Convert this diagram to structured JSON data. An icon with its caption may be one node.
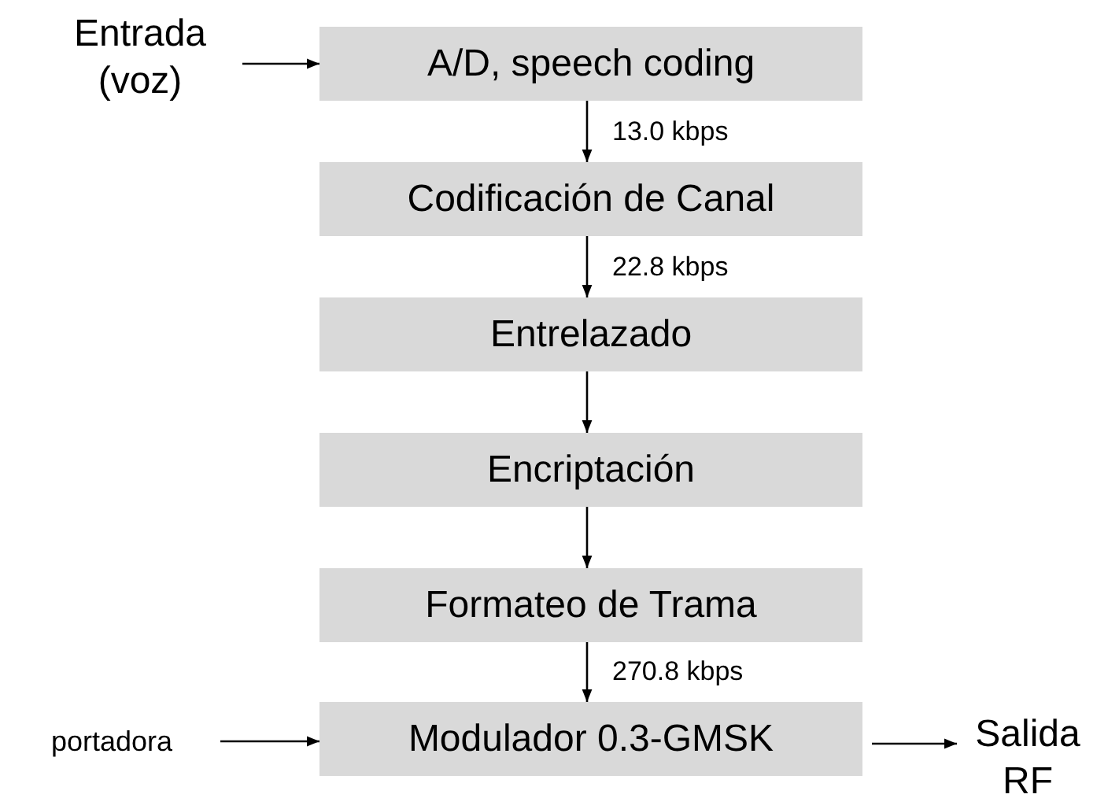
{
  "diagram": {
    "nodes": [
      {
        "text": [
          "Entrada (voz)"
        ]
      },
      {
        "text": [
          "A/D, speech coding"
        ]
      },
      {
        "text": [
          "Codificación de Canal"
        ]
      },
      {
        "text": [
          "Entrelazado"
        ]
      },
      {
        "text": [
          "Encriptación"
        ]
      },
      {
        "text": [
          "Formateo de Trama"
        ]
      },
      {
        "text": [
          "Modulador 0.3-GMSK"
        ]
      },
      {
        "text": [
          "portadora"
        ]
      },
      {
        "text": [
          "Salida RF"
        ]
      }
    ],
    "edges": [
      {
        "from": 0,
        "to": 1,
        "arrow": "to"
      },
      {
        "from": 1,
        "to": 2,
        "arrow": "to",
        "label": "13.0 kbps"
      },
      {
        "from": 2,
        "to": 3,
        "arrow": "to",
        "label": "22.8 kbps"
      },
      {
        "from": 3,
        "to": 4,
        "arrow": "to"
      },
      {
        "from": 4,
        "to": 5,
        "arrow": "to"
      },
      {
        "from": 5,
        "to": 6,
        "arrow": "to",
        "label": "270.8 kbps"
      },
      {
        "from": 7,
        "to": 6,
        "arrow": "to"
      },
      {
        "from": 6,
        "to": 8,
        "arrow": "to"
      }
    ]
  }
}
